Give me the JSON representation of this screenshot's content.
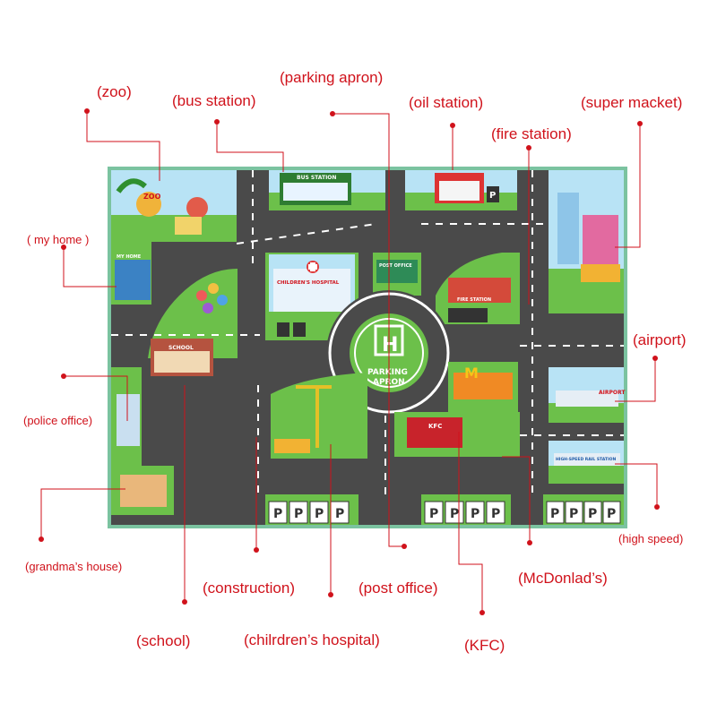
{
  "mat": {
    "center_letter": "H",
    "center_text_1": "PARKING",
    "center_text_2": "APRON",
    "parking_letter": "P",
    "signs": {
      "bus_station": "BUS STATION",
      "zoo": "ZOO",
      "my_home": "MY HOME",
      "hospital": "CHILDREN'S HOSPITAL",
      "post_office": "POST OFFICE",
      "fire_station": "FIRE STATION",
      "school": "SCHOOL",
      "kfc": "KFC",
      "airport": "AIRPORT",
      "high_speed": "HIGH-SPEED RAIL STATION"
    }
  },
  "labels": {
    "zoo": "(zoo)",
    "bus_station": "(bus station)",
    "parking_apron": "(parking apron)",
    "oil_station": "(oil station)",
    "super_market": "(super macket)",
    "fire_station": "(fire station)",
    "my_home": "( my home )",
    "airport": "(airport)",
    "police_office": "(police office)",
    "high_speed": "(high speed)",
    "grandmas_house": "(grandma’s house)",
    "construction": "(construction)",
    "post_office": "(post office)",
    "mcdonalds": "(McDonlad’s)",
    "school": "(school)",
    "childrens_hospital": "(chilrdren’s hospital)",
    "kfc": "(KFC)"
  },
  "colors": {
    "label_red": "#d0121b",
    "road": "#4a4a4a",
    "grass": "#6cc04a",
    "sky": "#b8e3f5",
    "lane_mark": "#ffffff"
  }
}
